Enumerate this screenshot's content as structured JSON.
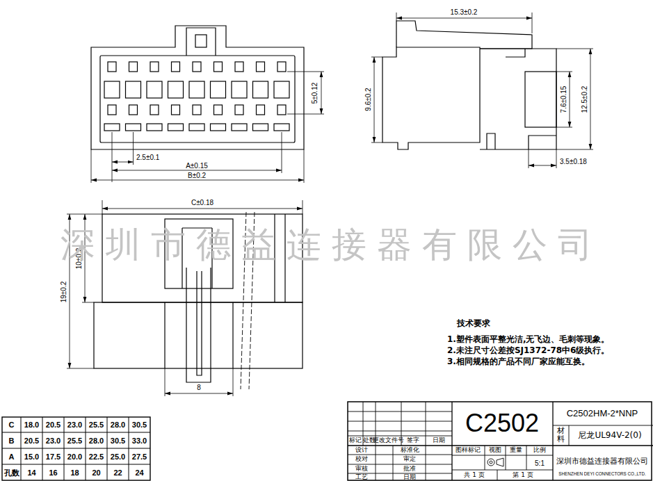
{
  "diagram": {
    "labels": [
      "2.5±0.1",
      "A±0.15",
      "B±0.2",
      "5±0.12",
      "15.3±0.2",
      "9.6±0.2",
      "7.6±0.15",
      "12.5±0.2",
      "3.5±0.18",
      "C±0.18",
      "10±0.2",
      "19±0.2",
      "8",
      "深圳市德益连接器有限公司",
      "技术要求",
      "1.塑件表面平整光洁,无飞边、毛刺等现象。",
      "2.未注尺寸公差按SJ1372-78中6级执行。",
      "3.相同规格的产品不同厂家应能互换。",
      "C",
      "18.0",
      "20.5",
      "23.0",
      "25.5",
      "28.0",
      "30.5",
      "B",
      "20.5",
      "23.0",
      "25.5",
      "28.0",
      "30.5",
      "33.0",
      "A",
      "15.0",
      "17.5",
      "20.0",
      "22.5",
      "25.0",
      "27.5",
      "孔数",
      "14",
      "16",
      "18",
      "20",
      "22",
      "24",
      "C2502",
      "C2502HM-2*NNP",
      "材料",
      "尼龙UL94V-2(0)",
      "标记",
      "处数",
      "更改文件号",
      "签字",
      "日期",
      "设计",
      "标准化",
      "校对",
      "审定",
      "审核",
      "批准",
      "工艺",
      "日期",
      "图样标记",
      "视图",
      "重量",
      "比例",
      "5:1",
      "共 1 页",
      "第 1 页",
      "深圳市德益连接器有限公司",
      "SHENZHEN DEYI CONNECTORS CO.,LTD."
    ]
  }
}
